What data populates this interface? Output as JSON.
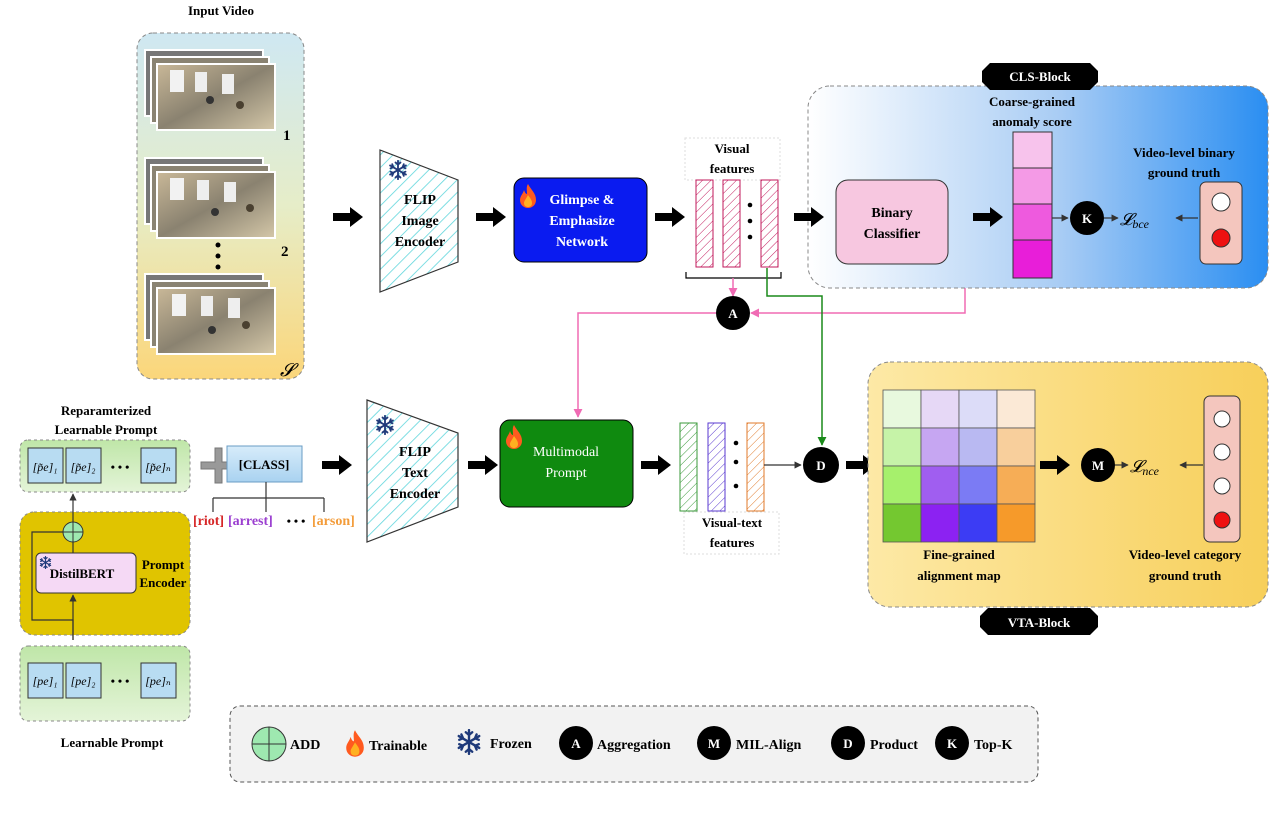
{
  "input_video": {
    "title": "Input Video",
    "frame_numbers": [
      "1",
      "2"
    ],
    "set_symbol": "𝓢"
  },
  "image_encoder": {
    "line1": "FLIP",
    "line2": "Image",
    "line3": "Encoder"
  },
  "text_encoder": {
    "line1": "FLIP",
    "line2": "Text",
    "line3": "Encoder"
  },
  "glimpse": {
    "line1": "Glimpse &",
    "line2": "Emphasize",
    "line3": "Network"
  },
  "visual_features": {
    "line1": "Visual",
    "line2": "features"
  },
  "visual_text_features": {
    "line1": "Visual-text",
    "line2": "features"
  },
  "aggregation_node": "A",
  "product_node": "D",
  "topk_node": "K",
  "mil_node": "M",
  "cls_block": {
    "tag": "CLS-Block",
    "coarse_line1": "Coarse-grained",
    "coarse_line2": "anomaly score",
    "classifier_line1": "Binary",
    "classifier_line2": "Classifier",
    "gt_line1": "Video-level binary",
    "gt_line2": "ground truth",
    "loss_symbol": "𝓛",
    "loss_sub": "bce"
  },
  "vta_block": {
    "tag": "VTA-Block",
    "fine_line1": "Fine-grained",
    "fine_line2": "alignment map",
    "gt_line1": "Video-level category",
    "gt_line2": "ground truth",
    "loss_symbol": "𝓛",
    "loss_sub": "nce"
  },
  "multimodal_prompt": {
    "line1": "Multimodal",
    "line2": "Prompt"
  },
  "reparam_prompt": {
    "line1": "Reparamterized",
    "line2": "Learnable Prompt",
    "tokens": [
      "[p̃e]₁",
      "[p̃e]₂",
      "[p̃e]ₙ"
    ]
  },
  "class_token": "[CLASS]",
  "class_words": [
    "[riot]",
    "[arrest]",
    "[arson]"
  ],
  "class_word_colors": [
    "#d62728",
    "#9b3fd0",
    "#f39c3a"
  ],
  "prompt_encoder": {
    "model": "DistilBERT",
    "line1": "Prompt",
    "line2": "Encoder"
  },
  "learnable_prompt": {
    "label": "Learnable Prompt",
    "tokens": [
      "[pe]₁",
      "[pe]₂",
      "[pe]ₙ"
    ]
  },
  "ellipsis": "• • •",
  "legend": {
    "add": "ADD",
    "trainable": "Trainable",
    "frozen": "Frozen",
    "aggregation_symbol": "A",
    "aggregation": "Aggregation",
    "mil_symbol": "M",
    "mil": "MIL-Align",
    "product_symbol": "D",
    "product": "Product",
    "topk_symbol": "K",
    "topk": "Top-K"
  },
  "colors": {
    "glimpse_blue": "#0a1bf0",
    "multimodal_green": "#0f8a0f",
    "aggregation_pink": "#f06bb4",
    "product_green": "#1a8a1a",
    "encoder_hatch": "#5fd6dc",
    "prompt_encoder_gold": "#e0c400"
  }
}
